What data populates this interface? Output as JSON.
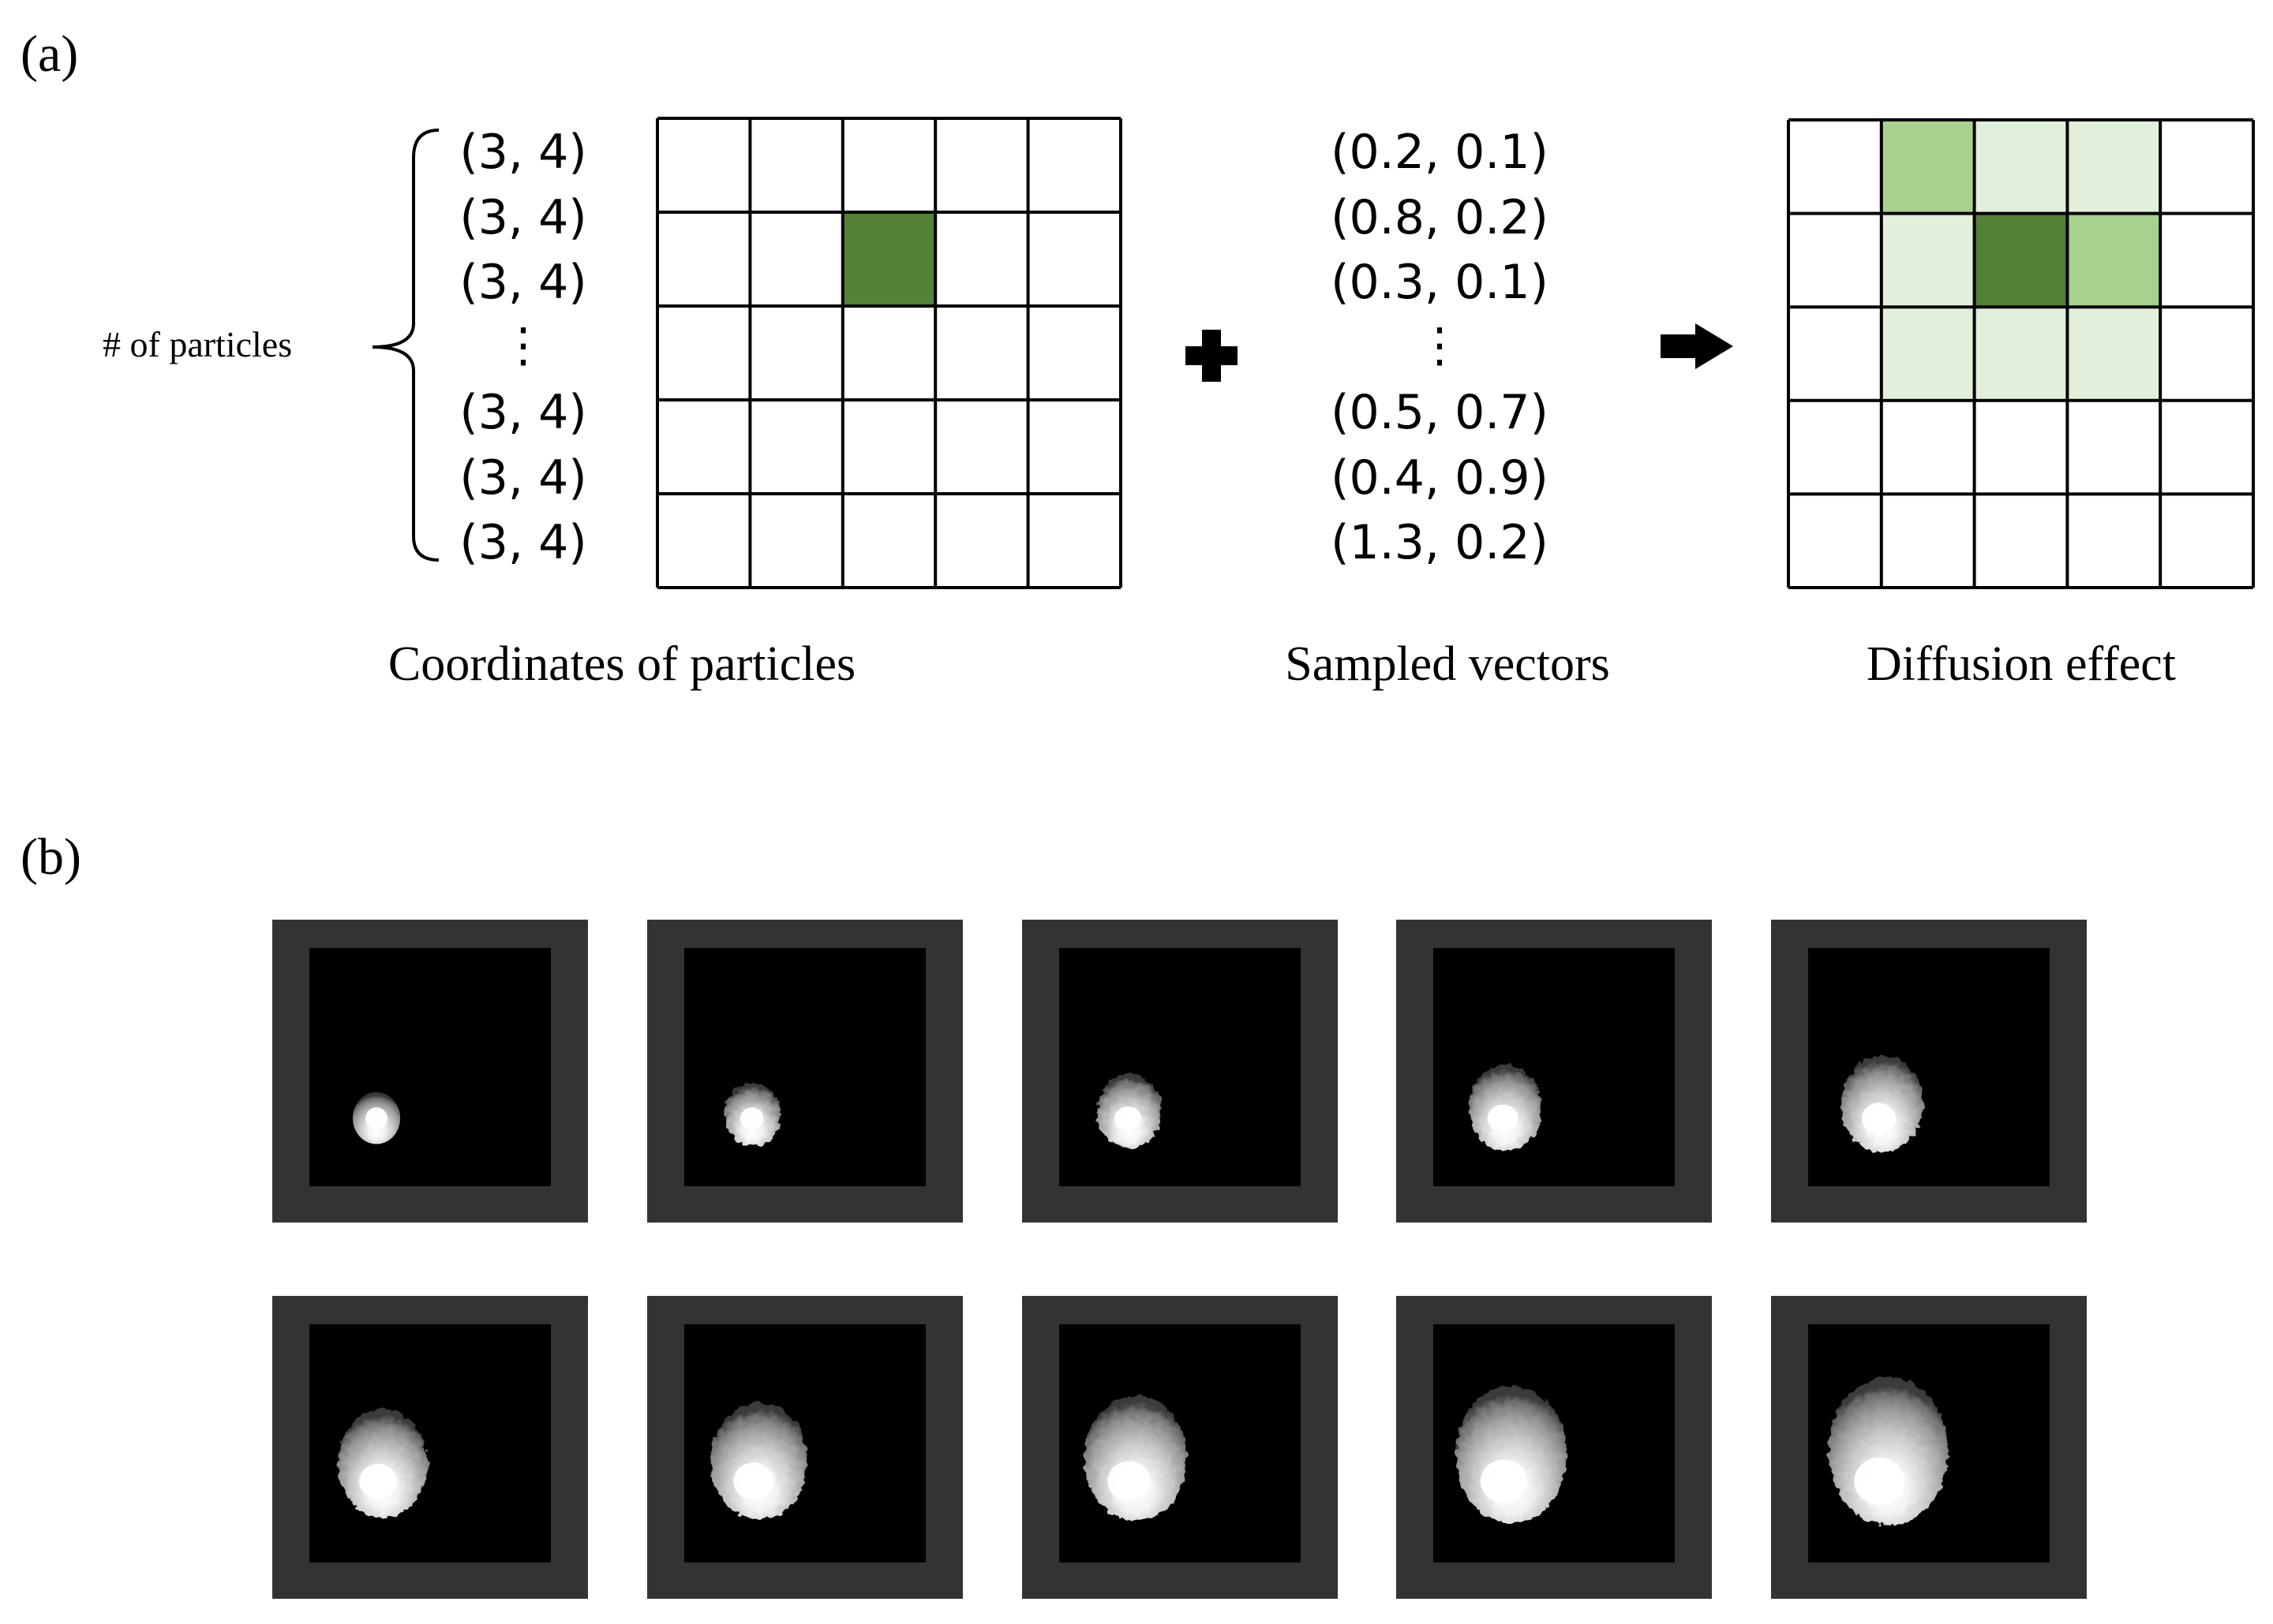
{
  "panel_a": {
    "label": "(a)",
    "particles_label": "# of particles",
    "coordinates": [
      "(3, 4)",
      "(3, 4)",
      "(3, 4)",
      "(3, 4)",
      "(3, 4)",
      "(3, 4)"
    ],
    "vectors": [
      "(0.2, 0.1)",
      "(0.8, 0.2)",
      "(0.3, 0.1)",
      "(0.5, 0.7)",
      "(0.4, 0.9)",
      "(1.3, 0.2)"
    ],
    "ellipsis": "⋮",
    "captions": {
      "coordinates": "Coordinates of particles",
      "vectors": "Sampled vectors",
      "diffusion": "Diffusion effect"
    },
    "grid_size": 5,
    "left_grid_cells": [
      {
        "row": 1,
        "col": 2,
        "color": "#538135"
      }
    ],
    "right_grid_cells": [
      {
        "row": 0,
        "col": 1,
        "color": "#a9d18e"
      },
      {
        "row": 0,
        "col": 2,
        "color": "#e2efda"
      },
      {
        "row": 0,
        "col": 3,
        "color": "#e2efda"
      },
      {
        "row": 1,
        "col": 1,
        "color": "#e2efda"
      },
      {
        "row": 1,
        "col": 2,
        "color": "#538135"
      },
      {
        "row": 1,
        "col": 3,
        "color": "#a9d18e"
      },
      {
        "row": 2,
        "col": 1,
        "color": "#e2efda"
      },
      {
        "row": 2,
        "col": 2,
        "color": "#e2efda"
      },
      {
        "row": 2,
        "col": 3,
        "color": "#e2efda"
      }
    ],
    "plus_symbol": "plus-icon",
    "arrow_symbol": "arrow-right-icon"
  },
  "panel_b": {
    "label": "(b)",
    "frame_border_color": "#333333",
    "frame_inner_color": "#000000",
    "frames": [
      {
        "spread": 0.15,
        "drift": 0.0
      },
      {
        "spread": 0.25,
        "drift": 0.04
      },
      {
        "spread": 0.35,
        "drift": 0.1
      },
      {
        "spread": 0.45,
        "drift": 0.16
      },
      {
        "spread": 0.55,
        "drift": 0.22
      },
      {
        "spread": 0.65,
        "drift": 0.1
      },
      {
        "spread": 0.72,
        "drift": 0.14
      },
      {
        "spread": 0.8,
        "drift": 0.18
      },
      {
        "spread": 0.9,
        "drift": 0.22
      },
      {
        "spread": 1.0,
        "drift": 0.26
      }
    ]
  }
}
